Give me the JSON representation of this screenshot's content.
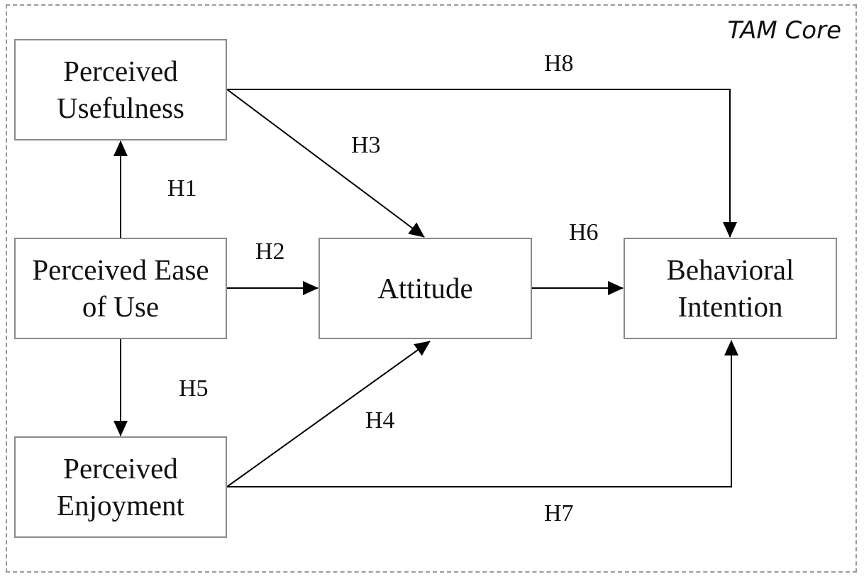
{
  "frame": {
    "label": "TAM Core"
  },
  "nodes": {
    "perceived_usefulness": {
      "lines": [
        "Perceived",
        "Usefulness"
      ]
    },
    "perceived_ease_of_use": {
      "lines": [
        "Perceived Ease",
        "of Use"
      ]
    },
    "perceived_enjoyment": {
      "lines": [
        "Perceived",
        "Enjoyment"
      ]
    },
    "attitude": {
      "lines": [
        "Attitude"
      ]
    },
    "behavioral_intention": {
      "lines": [
        "Behavioral",
        "Intention"
      ]
    }
  },
  "hypotheses": {
    "h1": "H1",
    "h2": "H2",
    "h3": "H3",
    "h4": "H4",
    "h5": "H5",
    "h6": "H6",
    "h7": "H7",
    "h8": "H8"
  },
  "edges": [
    {
      "from": "Perceived Ease of Use",
      "to": "Perceived Usefulness",
      "label": "H1"
    },
    {
      "from": "Perceived Ease of Use",
      "to": "Attitude",
      "label": "H2"
    },
    {
      "from": "Perceived Usefulness",
      "to": "Attitude",
      "label": "H3"
    },
    {
      "from": "Perceived Enjoyment",
      "to": "Attitude",
      "label": "H4"
    },
    {
      "from": "Perceived Ease of Use",
      "to": "Perceived Enjoyment",
      "label": "H5"
    },
    {
      "from": "Attitude",
      "to": "Behavioral Intention",
      "label": "H6"
    },
    {
      "from": "Perceived Enjoyment",
      "to": "Behavioral Intention",
      "label": "H7"
    },
    {
      "from": "Perceived Usefulness",
      "to": "Behavioral Intention",
      "label": "H8"
    }
  ],
  "colors": {
    "box_border": "#8a8a8a",
    "frame_border": "#9a9a9a",
    "arrow": "#000000",
    "text": "#111111"
  }
}
